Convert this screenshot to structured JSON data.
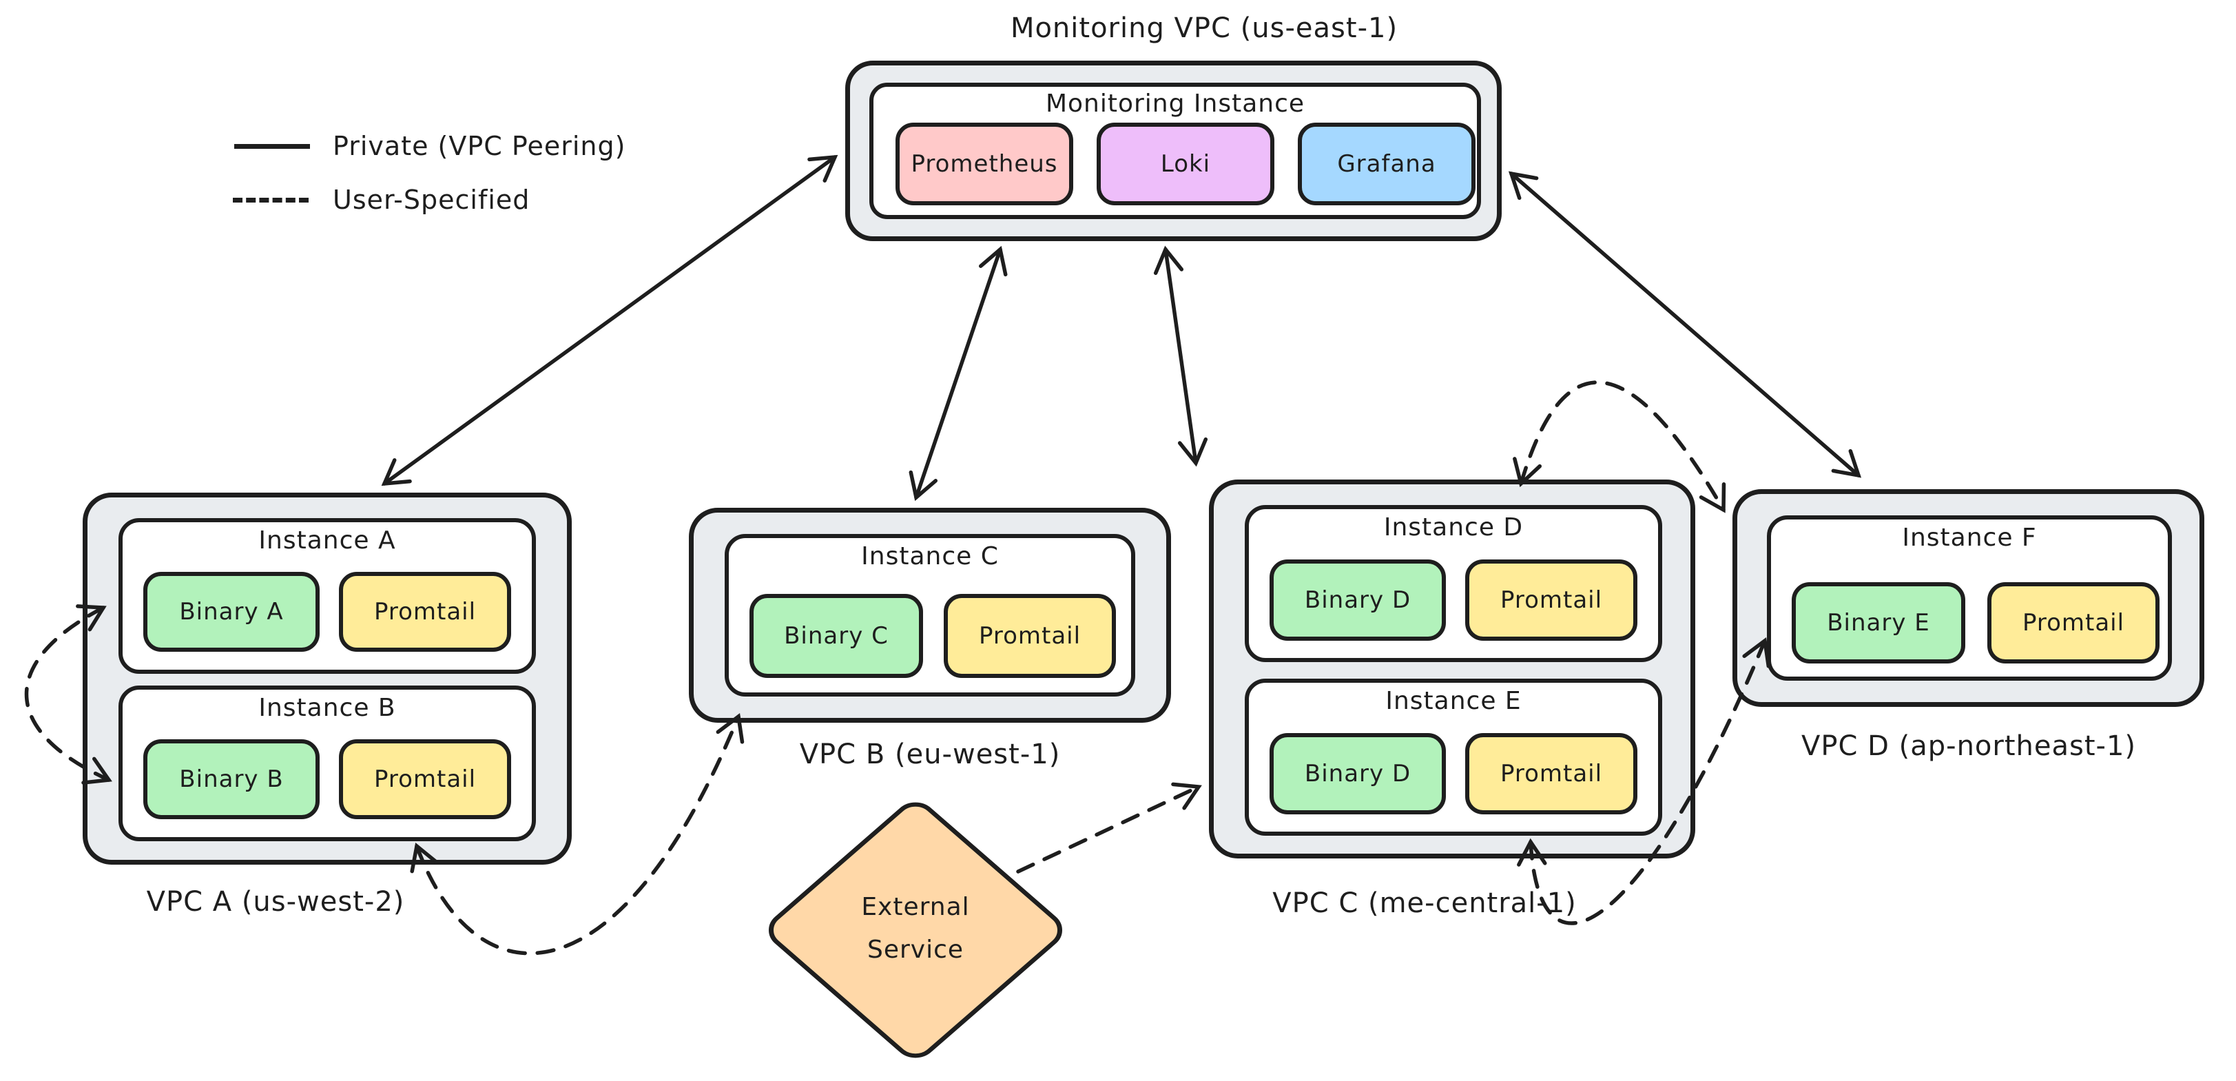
{
  "colors": {
    "stroke": "#1e1e1e",
    "vpc_fill": "#e9ecef",
    "instance_fill": "#ffffff",
    "prometheus": "#ffc9c9",
    "loki": "#eebefa",
    "grafana": "#a5d8ff",
    "binary": "#b2f2bb",
    "promtail": "#ffec99",
    "external": "#ffd8a8"
  },
  "legend": {
    "items": [
      {
        "style": "solid",
        "label": "Private (VPC Peering)"
      },
      {
        "style": "dashed",
        "label": "User-Specified"
      }
    ]
  },
  "monitoring_vpc": {
    "title": "Monitoring VPC (us-east-1)",
    "instance": {
      "title": "Monitoring Instance",
      "components": [
        {
          "label": "Prometheus",
          "color": "prometheus"
        },
        {
          "label": "Loki",
          "color": "loki"
        },
        {
          "label": "Grafana",
          "color": "grafana"
        }
      ]
    }
  },
  "vpcs": [
    {
      "label": "VPC A (us-west-2)",
      "instances": [
        {
          "title": "Instance A",
          "components": [
            {
              "label": "Binary A",
              "color": "binary"
            },
            {
              "label": "Promtail",
              "color": "promtail"
            }
          ]
        },
        {
          "title": "Instance B",
          "components": [
            {
              "label": "Binary B",
              "color": "binary"
            },
            {
              "label": "Promtail",
              "color": "promtail"
            }
          ]
        }
      ]
    },
    {
      "label": "VPC B (eu-west-1)",
      "instances": [
        {
          "title": "Instance C",
          "components": [
            {
              "label": "Binary C",
              "color": "binary"
            },
            {
              "label": "Promtail",
              "color": "promtail"
            }
          ]
        }
      ]
    },
    {
      "label": "VPC C (me-central-1)",
      "instances": [
        {
          "title": "Instance D",
          "components": [
            {
              "label": "Binary D",
              "color": "binary"
            },
            {
              "label": "Promtail",
              "color": "promtail"
            }
          ]
        },
        {
          "title": "Instance E",
          "components": [
            {
              "label": "Binary D",
              "color": "binary"
            },
            {
              "label": "Promtail",
              "color": "promtail"
            }
          ]
        }
      ]
    },
    {
      "label": "VPC D (ap-northeast-1)",
      "instances": [
        {
          "title": "Instance F",
          "components": [
            {
              "label": "Binary E",
              "color": "binary"
            },
            {
              "label": "Promtail",
              "color": "promtail"
            }
          ]
        }
      ]
    }
  ],
  "external_service": {
    "label_line1": "External",
    "label_line2": "Service"
  },
  "connections": [
    {
      "from": "monitoring-vpc",
      "to": "vpc-a",
      "type": "private",
      "bidirectional": true
    },
    {
      "from": "monitoring-vpc",
      "to": "vpc-b",
      "type": "private",
      "bidirectional": true
    },
    {
      "from": "monitoring-vpc",
      "to": "vpc-c",
      "type": "private",
      "bidirectional": true
    },
    {
      "from": "monitoring-vpc",
      "to": "vpc-d",
      "type": "private",
      "bidirectional": true
    },
    {
      "from": "instance-a",
      "to": "instance-b",
      "type": "user-specified",
      "bidirectional": true
    },
    {
      "from": "vpc-a",
      "to": "vpc-b",
      "type": "user-specified",
      "bidirectional": true
    },
    {
      "from": "external-service",
      "to": "vpc-c",
      "type": "user-specified",
      "bidirectional": false
    },
    {
      "from": "vpc-c",
      "to": "vpc-d",
      "type": "user-specified",
      "bidirectional": true,
      "position": "top"
    },
    {
      "from": "vpc-c",
      "to": "vpc-d",
      "type": "user-specified",
      "bidirectional": true,
      "position": "bottom"
    }
  ]
}
